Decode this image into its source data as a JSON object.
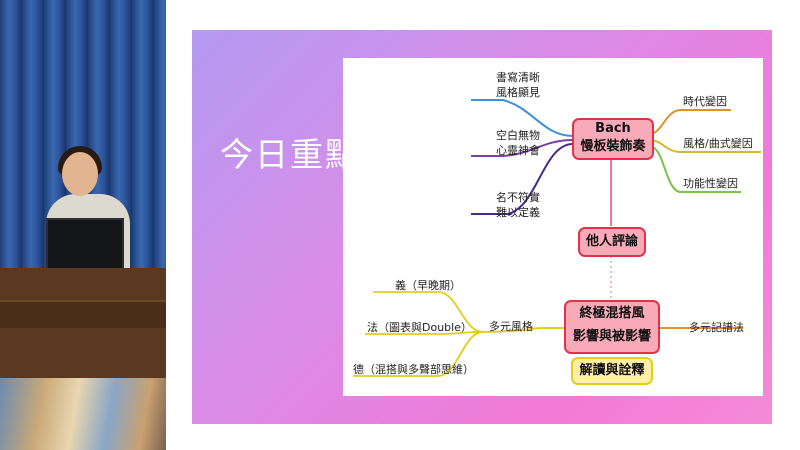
{
  "slide": {
    "title": "今日重點"
  },
  "mindmap": {
    "center_top_line1": "Bach",
    "center_top_line2": "慢板裝飾奏",
    "left_items": [
      {
        "line1": "書寫清晰",
        "line2": "風格顯見"
      },
      {
        "line1": "空白無物",
        "line2": "心靈神會"
      },
      {
        "line1": "名不符實",
        "line2": "難以定義"
      }
    ],
    "right_items": [
      "時代變因",
      "風格/曲式變因",
      "功能性變因"
    ],
    "middle_node": "他人評論",
    "center_bottom_line1": "終極混搭風",
    "center_bottom_line2": "影響與被影響",
    "bottom_left_branch": "多元風格",
    "bottom_left_items": [
      "義（早晚期）",
      "法（圖表與Double）",
      "德（混搭與多聲部思維）"
    ],
    "bottom_right_item": "多元記譜法",
    "footer_node": "解讀與詮釋"
  },
  "colors": {
    "node_red_border": "#e0334a",
    "node_red_fill": "#f9aab8",
    "node_yellow_border": "#e4cd1c",
    "node_yellow_fill": "#fff0a6"
  }
}
